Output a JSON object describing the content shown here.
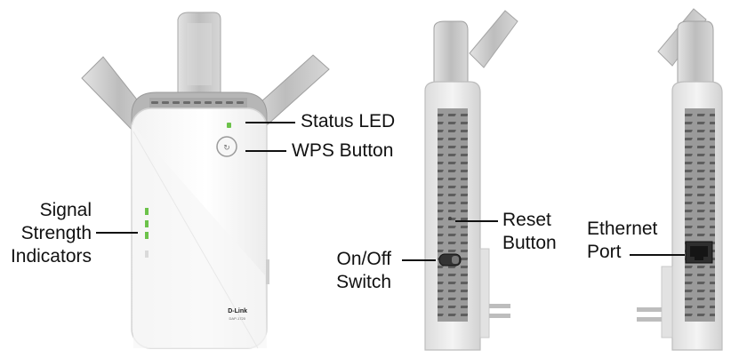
{
  "callouts": {
    "status_led": "Status LED",
    "wps_button": "WPS Button",
    "signal_strength": [
      "Signal",
      "Strength",
      "Indicators"
    ],
    "reset_button": [
      "Reset",
      "Button"
    ],
    "on_off_switch": [
      "On/Off",
      "Switch"
    ],
    "ethernet_port": [
      "Ethernet",
      "Port"
    ]
  },
  "device": {
    "brand": "D-Link",
    "model": "DAP-1720"
  },
  "colors": {
    "led_green": "#6cc24a",
    "body_white": "#fbfbfb",
    "cap_gray": "#b9b9b9",
    "vent_gray": "#8c8c8c",
    "antenna_gray": "#cfcfcf",
    "leader_line": "#111111"
  }
}
